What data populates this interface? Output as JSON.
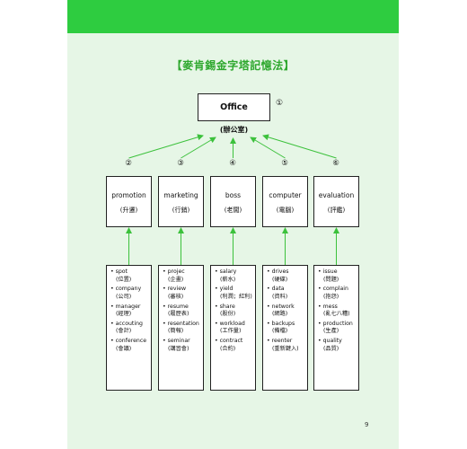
{
  "chart_data": {
    "type": "diagram",
    "title": "【麥肯錫金字塔記憶法】",
    "root": {
      "label": "Office",
      "label_zh": "(辦公室)",
      "number": "①"
    },
    "categories": [
      {
        "number": "②",
        "label": "promotion",
        "label_zh": "(升遷)",
        "items": [
          {
            "en": "• spot",
            "zh": "(位置)"
          },
          {
            "en": "• company",
            "zh": "(公司)"
          },
          {
            "en": "• manager",
            "zh": "(經理)"
          },
          {
            "en": "• accouting",
            "zh": "(會計)"
          },
          {
            "en": "• conference",
            "zh": "(會議)"
          }
        ]
      },
      {
        "number": "③",
        "label": "marketing",
        "label_zh": "(行銷)",
        "items": [
          {
            "en": "• projec",
            "zh": "(企畫)"
          },
          {
            "en": "• review",
            "zh": "(審核)"
          },
          {
            "en": "• resume",
            "zh": "(履歷表)"
          },
          {
            "en": "• resentation",
            "zh": "(簡報)"
          },
          {
            "en": "• seminar",
            "zh": "(講習會)"
          }
        ]
      },
      {
        "number": "④",
        "label": "boss",
        "label_zh": "(老闆)",
        "items": [
          {
            "en": "• salary",
            "zh": "(薪水)"
          },
          {
            "en": "• yield",
            "zh": "(利潤；紅利)"
          },
          {
            "en": "• share",
            "zh": "(股份)"
          },
          {
            "en": "• workload",
            "zh": "(工作量)"
          },
          {
            "en": "• contract",
            "zh": "(合約)"
          }
        ]
      },
      {
        "number": "⑤",
        "label": "computer",
        "label_zh": "(電腦)",
        "items": [
          {
            "en": "• drives",
            "zh": "(硬碟)"
          },
          {
            "en": "• data",
            "zh": "(資料)"
          },
          {
            "en": "• network",
            "zh": "(網路)"
          },
          {
            "en": "• backups",
            "zh": "(備檔)"
          },
          {
            "en": "• reenter",
            "zh": "(重新鍵入)"
          }
        ]
      },
      {
        "number": "⑥",
        "label": "evaluation",
        "label_zh": "(評鑑)",
        "items": [
          {
            "en": "• issue",
            "zh": "(問題)"
          },
          {
            "en": "• complain",
            "zh": "(抱怨)"
          },
          {
            "en": "• mess",
            "zh": "(亂七八糟)"
          },
          {
            "en": "• production",
            "zh": "(生產)"
          },
          {
            "en": "• quality",
            "zh": "(品質)"
          }
        ]
      }
    ]
  },
  "page": {
    "number": "9"
  },
  "colors": {
    "accent": "#2ecc40",
    "title": "#2ea82e",
    "background": "#e6f6e6",
    "arrow": "#3cc13c"
  }
}
